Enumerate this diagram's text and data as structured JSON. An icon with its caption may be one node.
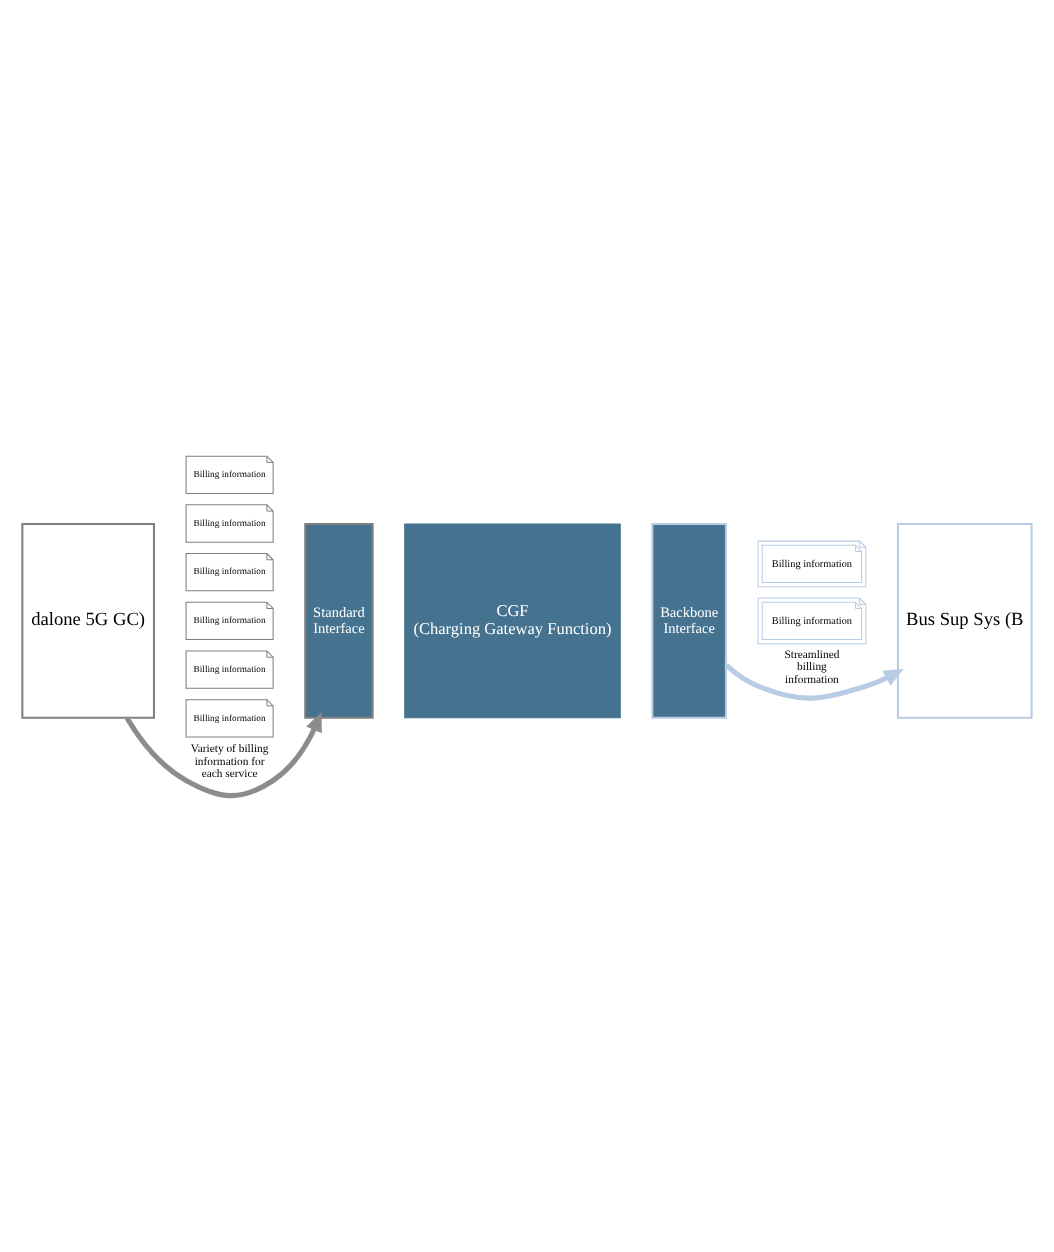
{
  "diagram": {
    "nodes": [
      {
        "text": [
          "dalone 5G GC)"
        ]
      },
      {
        "text": [
          "Billing information"
        ]
      },
      {
        "text": [
          "Billing information"
        ]
      },
      {
        "text": [
          "Billing information"
        ]
      },
      {
        "text": [
          "Billing information"
        ]
      },
      {
        "text": [
          "Billing information"
        ]
      },
      {
        "text": [
          "Billing information"
        ]
      },
      {
        "text": [
          "Standard",
          "Interface"
        ]
      },
      {
        "text": [
          "CGF",
          "(Charging Gateway Function)"
        ]
      },
      {
        "text": [
          "Backbone",
          "Interface"
        ]
      },
      {
        "text": [
          "Billing information"
        ]
      },
      {
        "text": [
          "Billing information"
        ]
      },
      {
        "text": [
          "Bus Sup Sys (B"
        ]
      }
    ],
    "edges": [
      {
        "from": 0,
        "to": 7,
        "arrow": "to",
        "label": "Variety of billing information for each service",
        "color": "#8c8c8c"
      },
      {
        "from": 9,
        "to": 12,
        "arrow": "to",
        "label": "Streamlined billing information",
        "color": "#b8cce4"
      }
    ]
  }
}
